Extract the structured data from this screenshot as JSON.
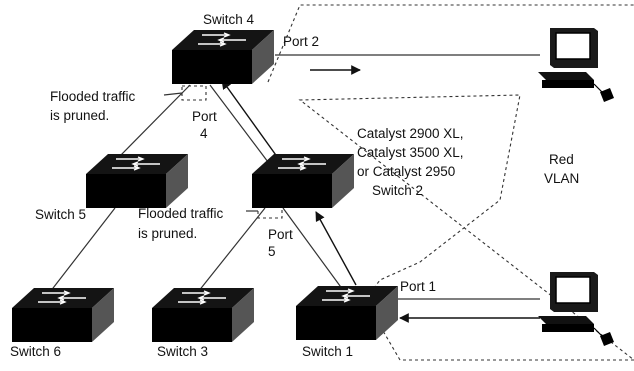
{
  "diagram": {
    "switches": {
      "switch4": "Switch 4",
      "switch2": [
        "Catalyst 2900 XL,",
        "Catalyst 3500 XL,",
        "or Catalyst 2950",
        "Switch 2"
      ],
      "switch5": "Switch 5",
      "switch6": "Switch 6",
      "switch3": "Switch 3",
      "switch1": "Switch 1"
    },
    "ports": {
      "port2": "Port 2",
      "port4": [
        "Port",
        "4"
      ],
      "port5": [
        "Port",
        "5"
      ],
      "port1": "Port 1"
    },
    "notes": {
      "pruned_top": [
        "Flooded traffic",
        "is pruned."
      ],
      "pruned_mid": [
        "Flooded traffic",
        "is pruned."
      ]
    },
    "vlan": [
      "Red",
      "VLAN"
    ]
  }
}
